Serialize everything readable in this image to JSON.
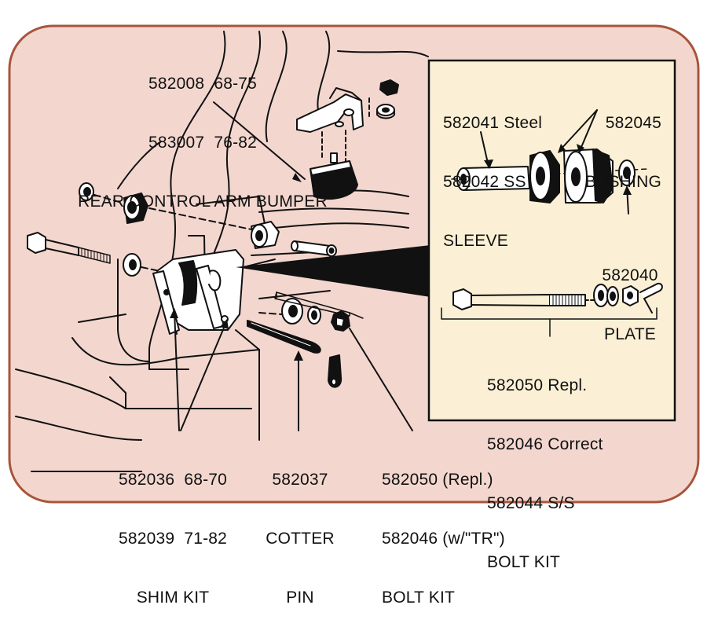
{
  "colors": {
    "panel_bg": "#f3d7cf",
    "panel_border": "#a8553c",
    "inset_bg": "#fbf0d5",
    "ink": "#111111"
  },
  "labels": {
    "bumper": {
      "line1": "582008  68-75",
      "line2": "583007  76-82",
      "line3": "REAR CONTROL ARM BUMPER"
    },
    "sleeve": {
      "line1": "582041 Steel",
      "line2": "582042 SS",
      "line3": "SLEEVE"
    },
    "bushing": {
      "line1": "582045",
      "line2": "BUSHING"
    },
    "plate": {
      "line1": "582040",
      "line2": "PLATE"
    },
    "inset_bolt_kit": {
      "line1": "582050 Repl.",
      "line2": "582046 Correct",
      "line3": "582044 S/S",
      "line4": "BOLT KIT"
    },
    "shim_kit": {
      "line1": "582036  68-70",
      "line2": "582039  71-82",
      "line3": "SHIM KIT"
    },
    "cotter_pin": {
      "line1": "582037",
      "line2": "COTTER",
      "line3": "PIN"
    },
    "bolt_kit": {
      "line1": "582050 (Repl.)",
      "line2": "582046 (w/\"TR\")",
      "line3": "BOLT KIT"
    }
  }
}
